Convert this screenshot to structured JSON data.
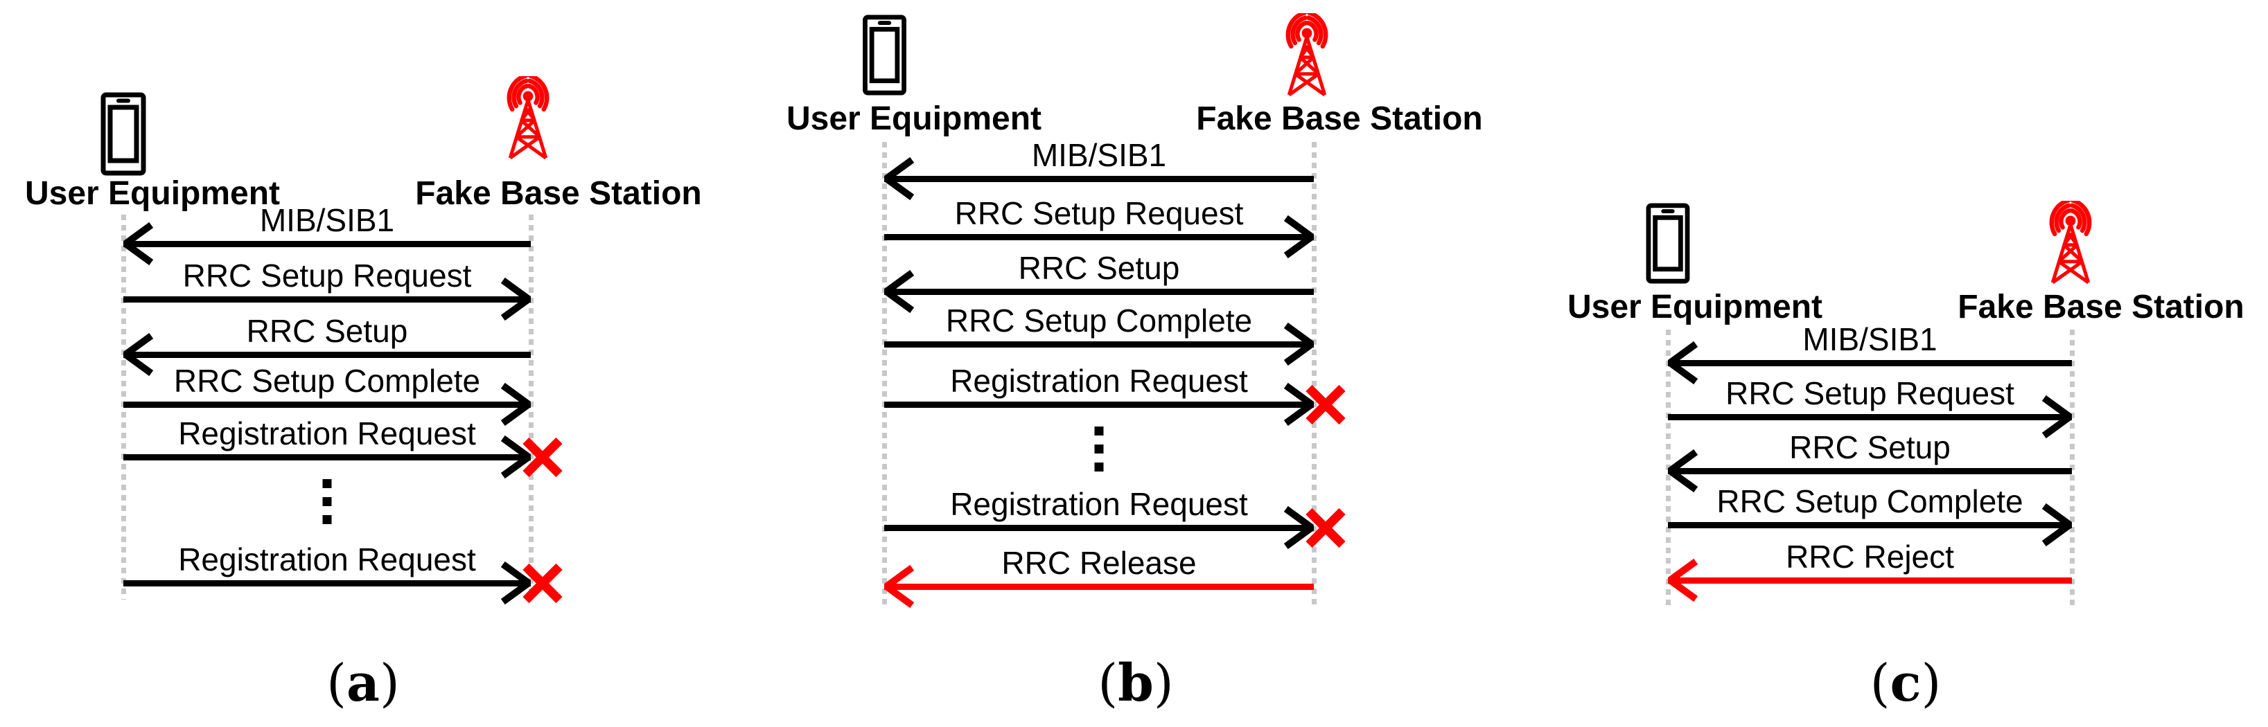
{
  "figure": {
    "background": "#ffffff",
    "colors": {
      "message_black": "#000000",
      "message_red": "#ff0000",
      "tower_red": "#ff0000",
      "blocked_x_red": "#ff0000",
      "lifeline_gray": "#c8c8c8"
    },
    "panels": [
      {
        "caption": {
          "open": "(",
          "letter": "a",
          "close": ")"
        },
        "ue_label": "User Equipment",
        "fbs_label": "Fake Base Station",
        "ue_icon": "smartphone-icon",
        "fbs_icon": "cell-tower-icon",
        "messages": [
          {
            "label": "MIB/SIB1",
            "direction": "fbs-to-ue",
            "color": "black"
          },
          {
            "label": "RRC Setup Request",
            "direction": "ue-to-fbs",
            "color": "black"
          },
          {
            "label": "RRC Setup",
            "direction": "fbs-to-ue",
            "color": "black"
          },
          {
            "label": "RRC Setup Complete",
            "direction": "ue-to-fbs",
            "color": "black"
          },
          {
            "label": "Registration Request",
            "direction": "ue-to-fbs",
            "color": "black",
            "blocked": true
          },
          {
            "type": "ellipsis"
          },
          {
            "label": "Registration Request",
            "direction": "ue-to-fbs",
            "color": "black",
            "blocked": true
          }
        ]
      },
      {
        "caption": {
          "open": "(",
          "letter": "b",
          "close": ")"
        },
        "ue_label": "User Equipment",
        "fbs_label": "Fake Base Station",
        "ue_icon": "smartphone-icon",
        "fbs_icon": "cell-tower-icon",
        "messages": [
          {
            "label": "MIB/SIB1",
            "direction": "fbs-to-ue",
            "color": "black"
          },
          {
            "label": "RRC Setup Request",
            "direction": "ue-to-fbs",
            "color": "black"
          },
          {
            "label": "RRC Setup",
            "direction": "fbs-to-ue",
            "color": "black"
          },
          {
            "label": "RRC Setup Complete",
            "direction": "ue-to-fbs",
            "color": "black"
          },
          {
            "label": "Registration Request",
            "direction": "ue-to-fbs",
            "color": "black",
            "blocked": true
          },
          {
            "type": "ellipsis"
          },
          {
            "label": "Registration Request",
            "direction": "ue-to-fbs",
            "color": "black",
            "blocked": true
          },
          {
            "label": "RRC Release",
            "direction": "fbs-to-ue",
            "color": "red"
          }
        ]
      },
      {
        "caption": {
          "open": "(",
          "letter": "c",
          "close": ")"
        },
        "ue_label": "User Equipment",
        "fbs_label": "Fake Base Station",
        "ue_icon": "smartphone-icon",
        "fbs_icon": "cell-tower-icon",
        "messages": [
          {
            "label": "MIB/SIB1",
            "direction": "fbs-to-ue",
            "color": "black"
          },
          {
            "label": "RRC Setup Request",
            "direction": "ue-to-fbs",
            "color": "black"
          },
          {
            "label": "RRC Setup",
            "direction": "fbs-to-ue",
            "color": "black"
          },
          {
            "label": "RRC Setup Complete",
            "direction": "ue-to-fbs",
            "color": "black"
          },
          {
            "label": "RRC Reject",
            "direction": "fbs-to-ue",
            "color": "red"
          }
        ]
      }
    ]
  }
}
